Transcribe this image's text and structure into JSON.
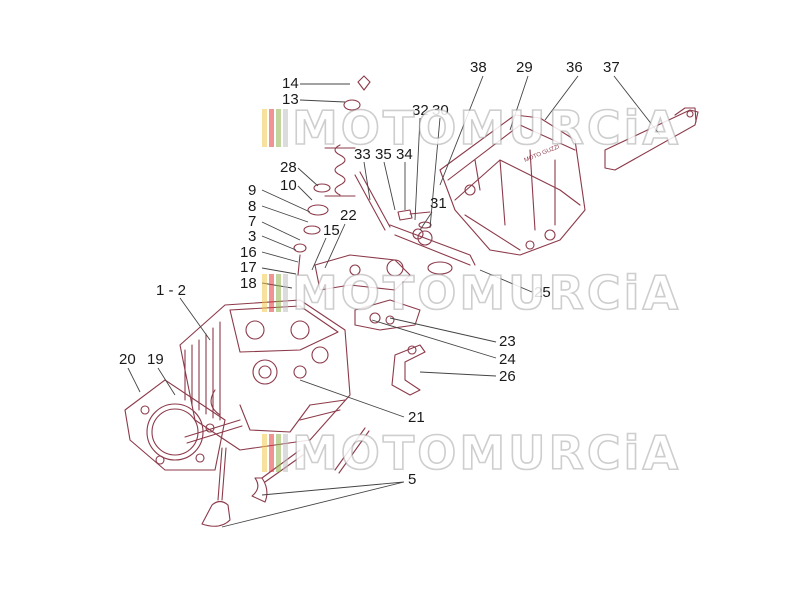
{
  "colors": {
    "line": "#8c3a4a",
    "callout_line": "#444444",
    "watermark_bars": [
      "#f2c94c",
      "#e23b3b",
      "#8fb24b",
      "#bfbfbf"
    ]
  },
  "watermark": {
    "text": "MOTOMURCiA"
  },
  "engraving": {
    "valve_cover_text": "MOTO GUZZI"
  },
  "callouts": [
    {
      "id": "14",
      "label": "14"
    },
    {
      "id": "13",
      "label": "13"
    },
    {
      "id": "28",
      "label": "28"
    },
    {
      "id": "10",
      "label": "10"
    },
    {
      "id": "9",
      "label": "9"
    },
    {
      "id": "8",
      "label": "8"
    },
    {
      "id": "7",
      "label": "7"
    },
    {
      "id": "3",
      "label": "3"
    },
    {
      "id": "16",
      "label": "16"
    },
    {
      "id": "17",
      "label": "17"
    },
    {
      "id": "18",
      "label": "18"
    },
    {
      "id": "1-2",
      "label": "1 - 2"
    },
    {
      "id": "20",
      "label": "20"
    },
    {
      "id": "19",
      "label": "19"
    },
    {
      "id": "38",
      "label": "38"
    },
    {
      "id": "29",
      "label": "29"
    },
    {
      "id": "36",
      "label": "36"
    },
    {
      "id": "37",
      "label": "37"
    },
    {
      "id": "32",
      "label": "32"
    },
    {
      "id": "30",
      "label": "30"
    },
    {
      "id": "33",
      "label": "33"
    },
    {
      "id": "35",
      "label": "35"
    },
    {
      "id": "34",
      "label": "34"
    },
    {
      "id": "31",
      "label": "31"
    },
    {
      "id": "22",
      "label": "22"
    },
    {
      "id": "15",
      "label": "15"
    },
    {
      "id": "25",
      "label": "25"
    },
    {
      "id": "23",
      "label": "23"
    },
    {
      "id": "24",
      "label": "24"
    },
    {
      "id": "26",
      "label": "26"
    },
    {
      "id": "21",
      "label": "21"
    },
    {
      "id": "5",
      "label": "5"
    }
  ]
}
